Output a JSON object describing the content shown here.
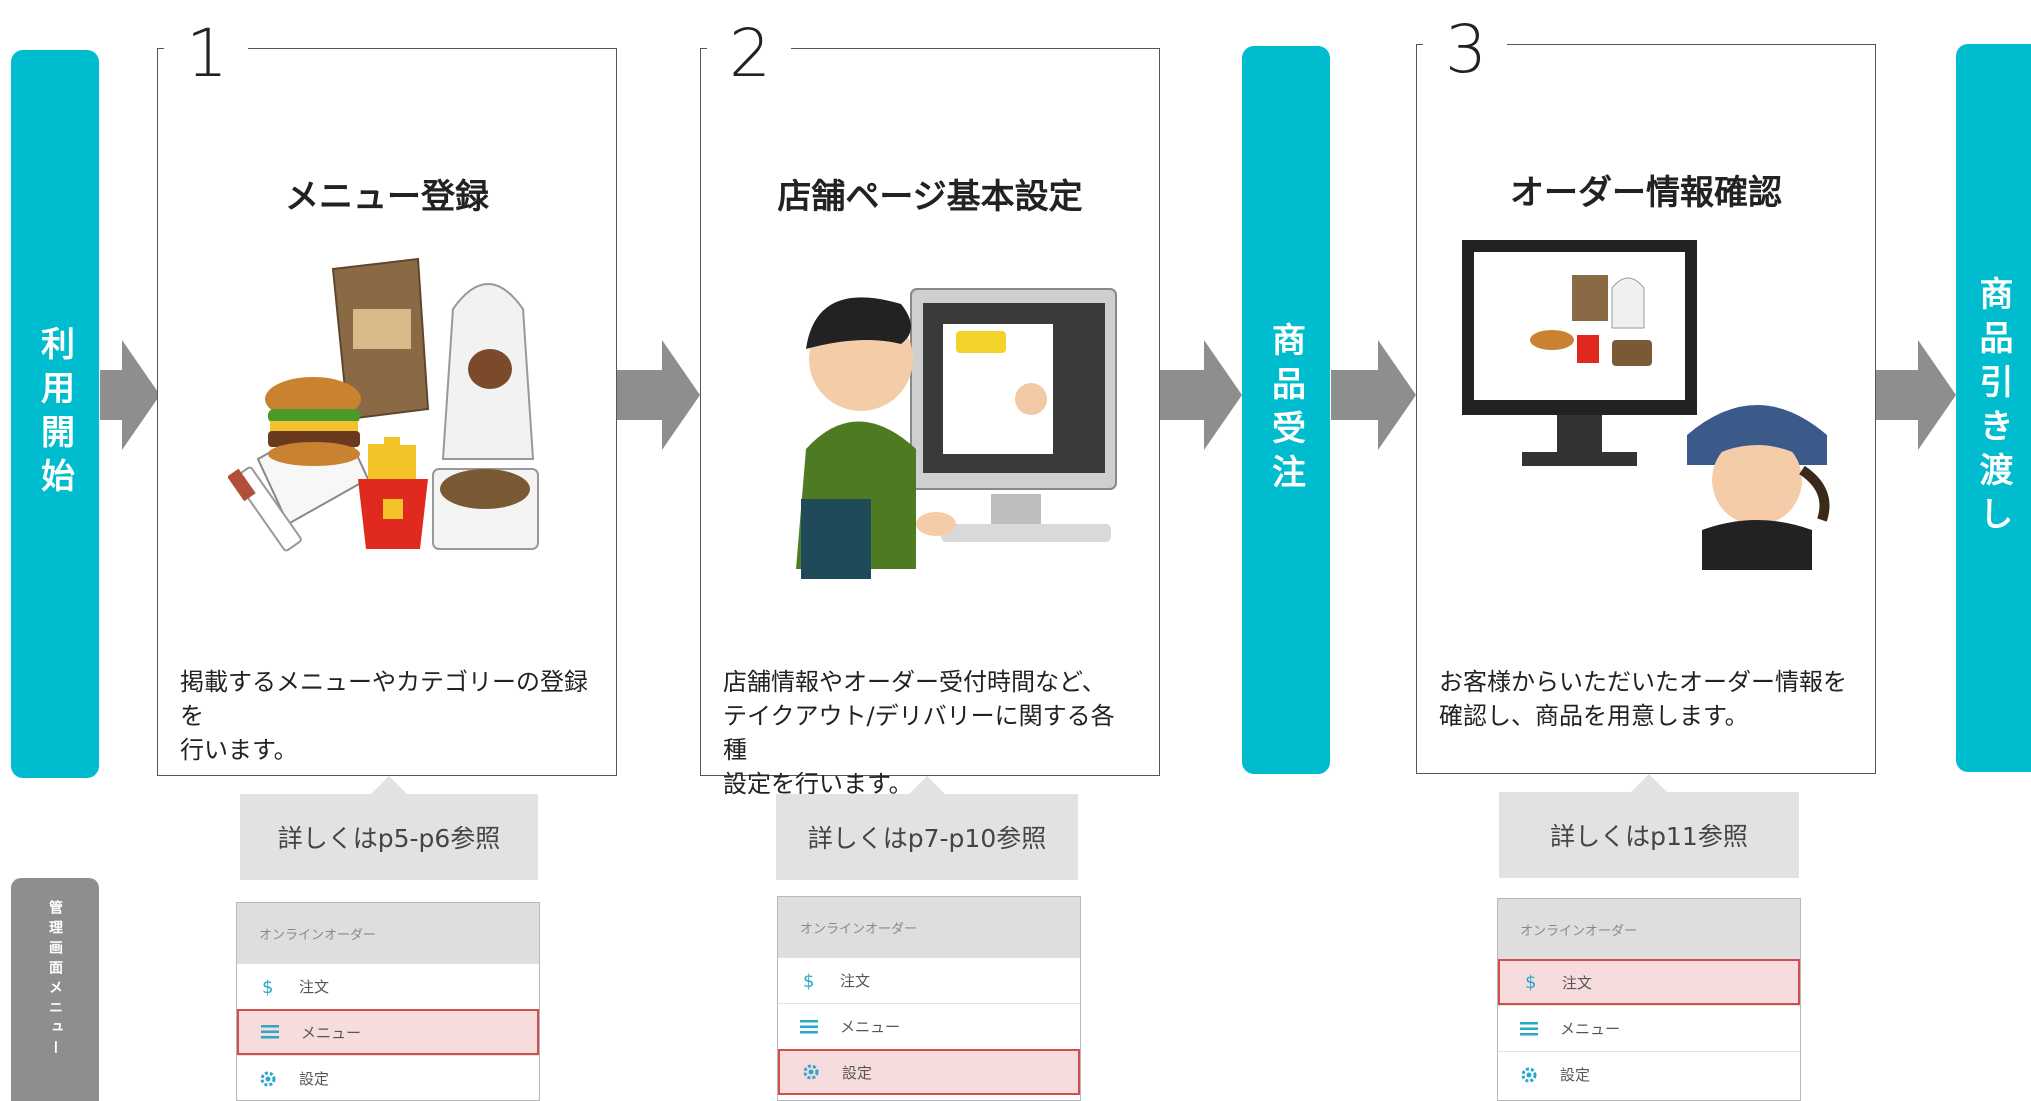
{
  "flow": {
    "start": "利用開始",
    "order": "商品受注",
    "handover": "商品引き渡し"
  },
  "side_label": "管理画面メニュー",
  "steps": [
    {
      "number": "1",
      "title": "メニュー登録",
      "desc_lines": [
        "掲載するメニューやカテゴリーの登録を",
        "行います。"
      ],
      "reference": "詳しくはp5-p6参照",
      "illustration": "takeout-food-illustration"
    },
    {
      "number": "2",
      "title": "店舗ページ基本設定",
      "desc_lines": [
        "店舗情報やオーダー受付時間など、",
        "テイクアウト/デリバリーに関する各種",
        "設定を行います。"
      ],
      "reference": "詳しくはp7-p10参照",
      "illustration": "person-at-computer-illustration"
    },
    {
      "number": "3",
      "title": "オーダー情報確認",
      "desc_lines": [
        "お客様からいただいたオーダー情報を",
        "確認し、商品を用意します。"
      ],
      "reference": "詳しくはp11参照",
      "illustration": "monitor-and-staff-illustration"
    }
  ],
  "menu": {
    "header": "オンラインオーダー",
    "items": [
      {
        "label": "注文",
        "icon": "dollar-icon"
      },
      {
        "label": "メニュー",
        "icon": "list-icon"
      },
      {
        "label": "設定",
        "icon": "gear-icon"
      }
    ],
    "highlighted_per_step": [
      "メニュー",
      "設定",
      "注文"
    ]
  },
  "colors": {
    "accent": "#00bccf",
    "arrow": "#8e8e8e",
    "highlight_border": "#d05050",
    "highlight_fill": "#f6dcdc"
  }
}
